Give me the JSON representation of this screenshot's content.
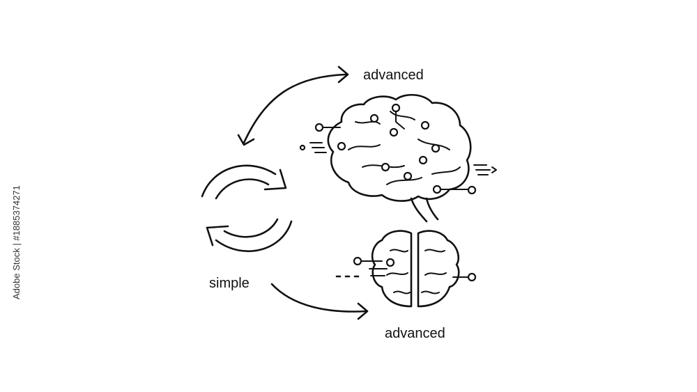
{
  "labels": {
    "top": "advanced",
    "middle": "simple",
    "bottom": "advanced"
  },
  "watermark": "Adobe Stock | #1885374271",
  "icons": [
    "curved-arrow-icon",
    "cycle-arrows-icon",
    "brain-side-icon",
    "brain-top-icon"
  ]
}
